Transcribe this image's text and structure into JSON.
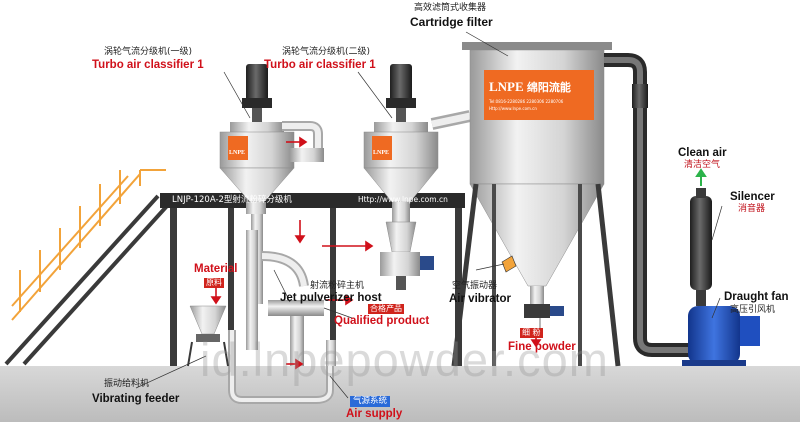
{
  "colors": {
    "red_label": "#d0101a",
    "orange_panel": "#ef6a22",
    "steel_light": "#e4e4e4",
    "steel_dark": "#8e8e8e",
    "platform": "#2a2a2a",
    "fan_blue": "#1f4fbf",
    "ladder_orange": "#f2a33a",
    "arrow_green": "#2cb34a"
  },
  "labels": {
    "cartridge_cn": "高效滤筒式收集器",
    "cartridge_en": "Cartridge filter",
    "turbo1_cn": "涡轮气流分级机(一级)",
    "turbo1_en": "Turbo air classifier 1",
    "turbo2_cn": "涡轮气流分级机(二级)",
    "turbo2_en": "Turbo air classifier 1",
    "platform_title": "LNJP-120A-2型射流粉碎分级机",
    "platform_url": "Http://www.lnpe.com.cn",
    "clean_air_en": "Clean air",
    "clean_air_cn": "清洁空气",
    "silencer_en": "Silencer",
    "silencer_cn": "消音器",
    "material_en": "Material",
    "material_cn": "原料",
    "jet_cn": "射流粉碎主机",
    "jet_en": "Jet pulverizer host",
    "qualified_cn": "合格产品",
    "qualified_en": "Qualified product",
    "air_vibrator_cn": "空气振动器",
    "air_vibrator_en": "Air vibrator",
    "fine_powder_cn": "细 粉",
    "fine_powder_en": "Fine powder",
    "draught_fan_en": "Draught fan",
    "draught_fan_cn": "高压引风机",
    "feeder_cn": "振动给料机",
    "feeder_en": "Vibrating feeder",
    "air_supply_cn": "气源系统",
    "air_supply_en": "Air supply",
    "watermark": "id.lnpepowder.com"
  },
  "logo": {
    "panel_brand": "LNPE",
    "panel_brand_cn": "绵阳流能",
    "panel_line1": "Tel:0816-2280286 2280306 2280706",
    "panel_line2": "Http://www.lnpe.com.cn",
    "classifier_brand": "LNPE"
  }
}
